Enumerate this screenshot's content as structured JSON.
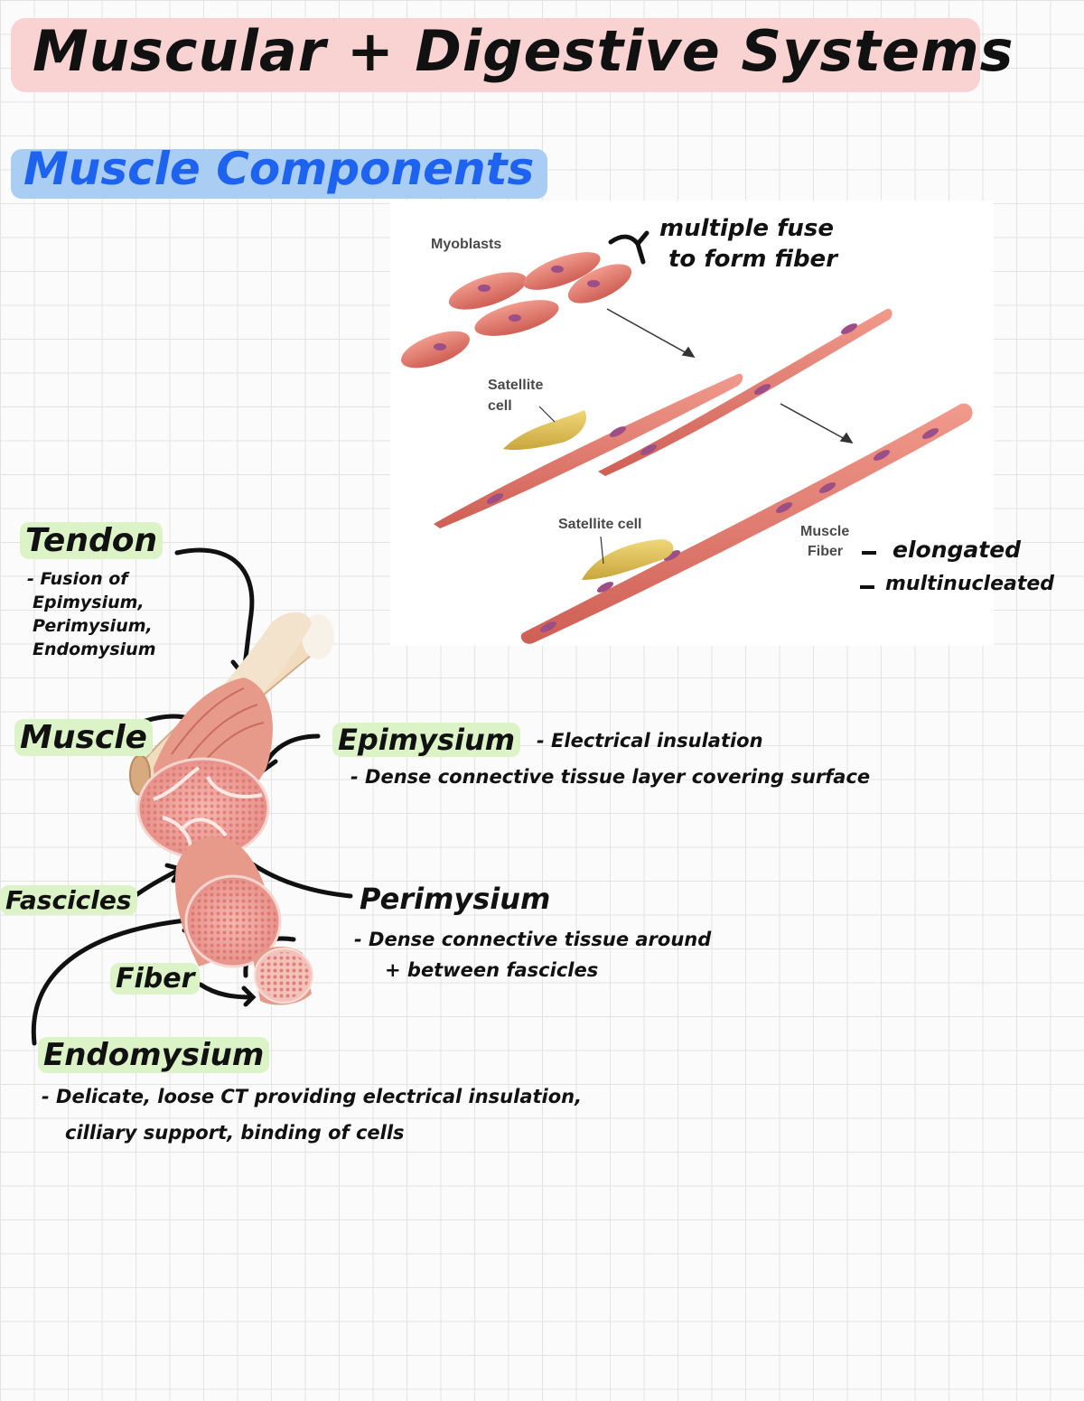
{
  "title": "Muscular + Digestive Systems",
  "section_heading": "Muscle Components",
  "muscle_fiber_figure": {
    "label_myoblasts": "Myoblasts",
    "label_satellite_cell_1_line1": "Satellite",
    "label_satellite_cell_1_line2": "cell",
    "label_satellite_cell_2": "Satellite cell",
    "label_muscle_fiber_line1": "Muscle",
    "label_muscle_fiber_line2": "Fiber",
    "note_fuse_line1": "multiple fuse",
    "note_fuse_line2": "to form fiber",
    "note_elongated": "elongated",
    "note_multinucleated": "multinucleated",
    "colors": {
      "cell": "#e07a6e",
      "nucleus": "#9c4f86",
      "satellite": "#e3c25a"
    }
  },
  "anatomy": {
    "tendon": {
      "label": "Tendon",
      "notes": [
        "- Fusion of",
        "Epimysium,",
        "Perimysium,",
        "Endomysium"
      ]
    },
    "muscle": {
      "label": "Muscle"
    },
    "epimysium": {
      "label": "Epimysium",
      "inline_note": "- Electrical insulation",
      "note": "- Dense connective tissue layer covering surface"
    },
    "fascicles": {
      "label": "Fascicles"
    },
    "perimysium": {
      "label": "Perimysium",
      "note_line1": "- Dense connective tissue around",
      "note_line2": "+ between fascicles"
    },
    "fiber": {
      "label": "Fiber"
    },
    "endomysium": {
      "label": "Endomysium",
      "note_line1": "- Delicate, loose CT providing electrical insulation,",
      "note_line2": "cilliary support, binding of cells"
    }
  },
  "colors": {
    "title_highlight": "#f9d2d2",
    "heading_highlight": "#a9cdf3",
    "heading_text": "#1e63f0",
    "label_highlight": "#dcf3c8"
  }
}
